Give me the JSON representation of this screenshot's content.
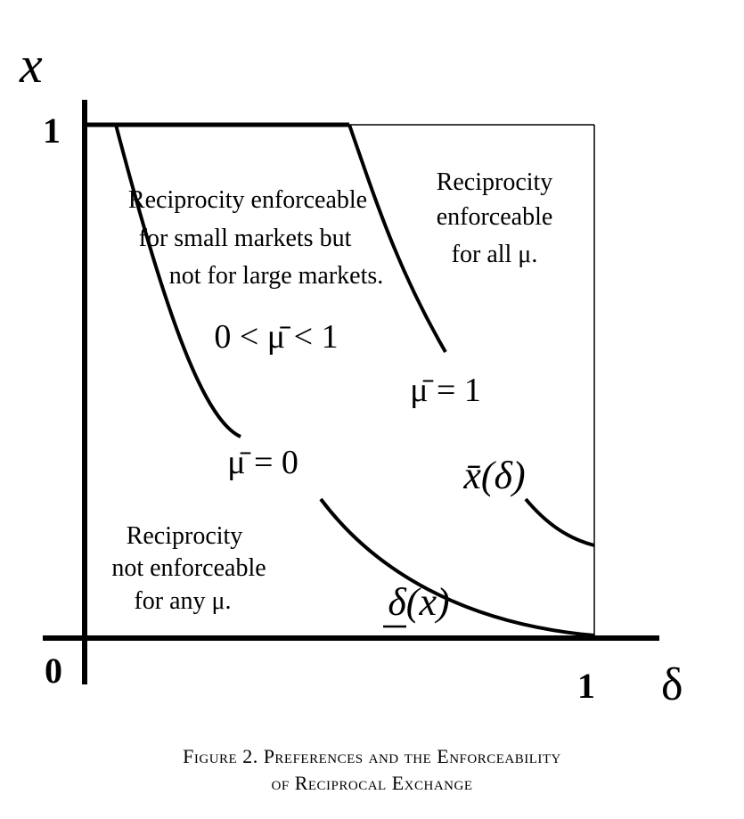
{
  "axes": {
    "y_label": "x",
    "x_label": "δ",
    "y_tick_top": "1",
    "origin": "0",
    "x_tick_right": "1"
  },
  "regions": {
    "all": {
      "line1": "Reciprocity",
      "line2": "enforceable",
      "line3": "for all μ."
    },
    "middle": {
      "line1": "Reciprocity enforceable",
      "line2": "for small markets but",
      "line3": "not for large markets.",
      "range": "0 < μ̄ < 1"
    },
    "none": {
      "line1": "Reciprocity",
      "line2": "not enforceable",
      "line3": "for any μ."
    }
  },
  "curves": {
    "upper_label": "μ̄ = 1",
    "upper_function": "x̄(δ)",
    "lower_label": "μ̄ = 0",
    "lower_function": "δ(x)"
  },
  "caption": {
    "line1": "Figure 2. Preferences and the Enforceability",
    "line2": "of Reciprocal Exchange"
  }
}
